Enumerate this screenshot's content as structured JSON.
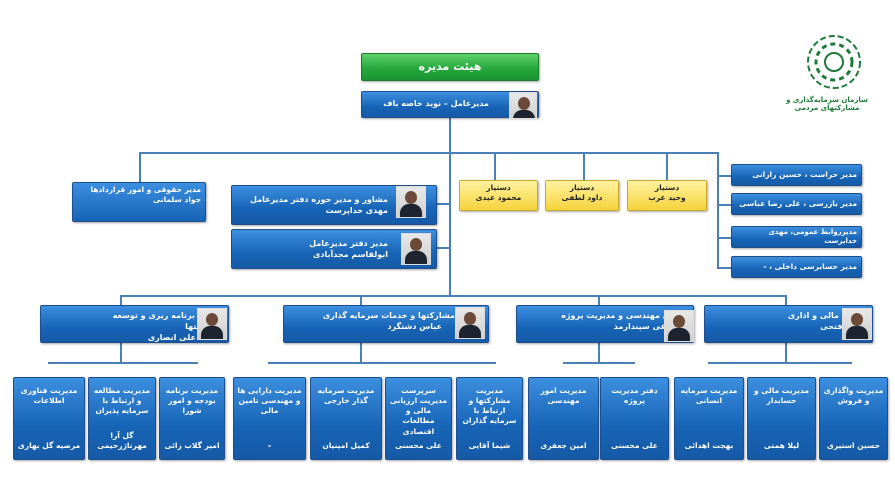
{
  "board": "هیئت مدیره",
  "ceo": "مدیرعامل – نوید خاصه باف",
  "logo_text": "سازمان سرمایه‌گذاری و مشارکتهای مردمی",
  "legal": [
    "مدیر حقوقی و امور قراردادها",
    "جواد سلمانی"
  ],
  "advisor": [
    "مشاور و مدیر حوزه دفتر مدیرعامل",
    "مهدی خداپرست"
  ],
  "office": [
    "مدیر دفتر مدیرعامل",
    "ابولقاسم مجدآبادی"
  ],
  "assistants": [
    [
      "دستیار",
      "محمود عیدی"
    ],
    [
      "دستیار",
      "داود لطفی"
    ],
    [
      "دستیار",
      "وحید عرب"
    ]
  ],
  "staff": [
    "مدیر حراست ، حسین رازانی",
    "مدیر بازرسی ، علی رضا عباسی",
    "مدیرروابط عمومی، مهدی خداپرست",
    "مدیر حسابرسی داخلی ، -"
  ],
  "deputies": [
    [
      "معاون برنامه ریزی و توسعه مشارکتها",
      "علی انصاری"
    ],
    [
      "معاون مشارکتها و خدمات سرمایه گذاری",
      "عباس دشتگرد"
    ],
    [
      "معاون مهندسی و مدیریت پروژه",
      "مصطفی سپندارمذ"
    ],
    [
      "معاون مالی و اداری",
      "سجاد فتحی"
    ]
  ],
  "units": [
    [
      "مدیریت فناوری اطلاعات",
      "مرضیه گل بهاری"
    ],
    [
      "مدیریت مطالعه و ارتباط با سرمایه پذیران",
      "گل آرا مهرتاژرحیمی"
    ],
    [
      "مدیریت برنامه بودجه و امور شورا",
      "امیر گلاب زائی"
    ],
    [
      "مدیریت دارایی ها و مهندسی تامین مالی",
      "–"
    ],
    [
      "مدیریت سرمایه گذار خارجی",
      "کمیل امینیان"
    ],
    [
      "سرپرست مدیریت ارزیابی مالی و مطالعات اقتصادی",
      "علی محسنی"
    ],
    [
      "مدیریت مشارکتها و ارتباط با سرمایه گذاران",
      "شیما آقایی"
    ],
    [
      "مدیریت امور مهندسی",
      "امین جعفری"
    ],
    [
      "دفتر مدیریت پروژه",
      "علی محسنی"
    ],
    [
      "مدیریت سرمایه انسانی",
      "بهجت اهدائی"
    ],
    [
      "مدیریت مالی و حسابدار",
      "لیلا همتی"
    ],
    [
      "مدیریت واگذاری و فروش",
      "حسین استیری"
    ]
  ],
  "colors": {
    "blue": "#1764b6",
    "green": "#23a63a",
    "yellow": "#f5d33b",
    "line": "#4a7fb8",
    "logo": "#1e7a3a"
  }
}
